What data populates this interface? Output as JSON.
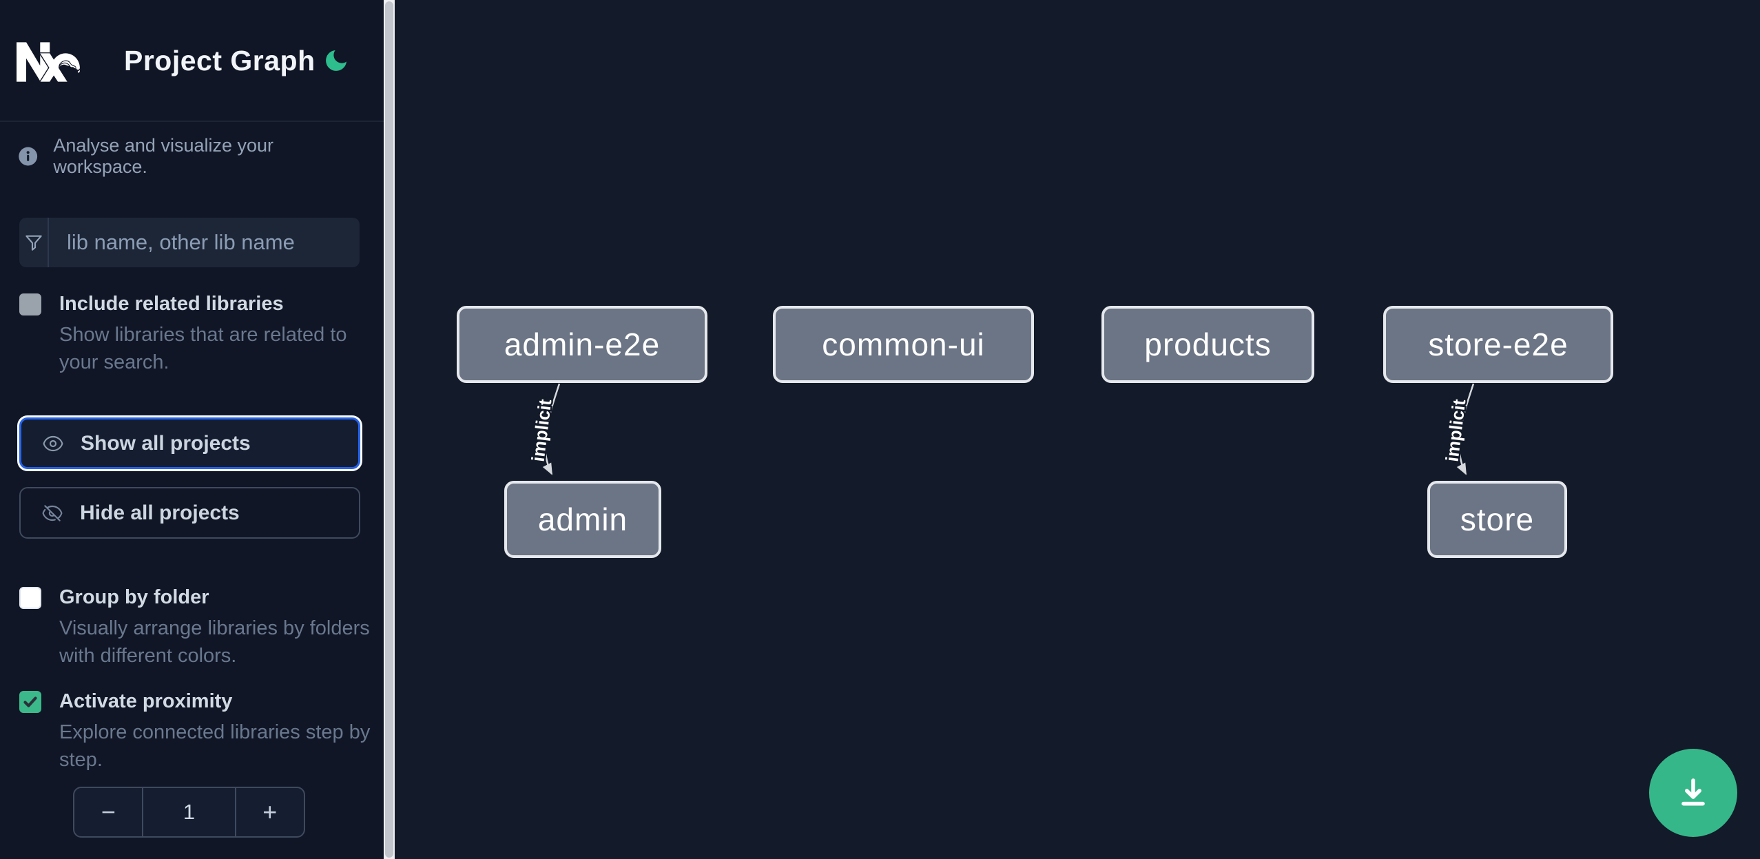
{
  "app": {
    "title": "Project Graph"
  },
  "sidebar": {
    "info_text": "Analyse and visualize your workspace.",
    "search": {
      "placeholder": "lib name, other lib name",
      "value": ""
    },
    "options": [
      {
        "label": "Include related libraries",
        "description": "Show libraries that are related to your search.",
        "checked": false,
        "disabled": true
      },
      {
        "label": "Group by folder",
        "description": "Visually arrange libraries by folders with different colors.",
        "checked": false
      },
      {
        "label": "Activate proximity",
        "description": "Explore connected libraries step by step.",
        "checked": true
      }
    ],
    "buttons": {
      "show_all": "Show all projects",
      "hide_all": "Hide all projects"
    },
    "proximity_stepper": {
      "decrement": "−",
      "value": "1",
      "increment": "+"
    }
  },
  "graph": {
    "nodes": [
      {
        "label": "admin-e2e"
      },
      {
        "label": "common-ui"
      },
      {
        "label": "products"
      },
      {
        "label": "store-e2e"
      },
      {
        "label": "admin"
      },
      {
        "label": "store"
      }
    ],
    "edges": [
      {
        "from": "admin-e2e",
        "to": "admin",
        "label": "implicit"
      },
      {
        "from": "store-e2e",
        "to": "store",
        "label": "implicit"
      }
    ]
  },
  "fab": {
    "icon": "download-icon"
  },
  "colors": {
    "accent_green": "#35b789",
    "focus_blue": "#2563eb",
    "node_fill": "#6c7585",
    "node_border": "#e5e8ec",
    "sidebar_bg": "#101625",
    "canvas_bg": "#131a29"
  }
}
